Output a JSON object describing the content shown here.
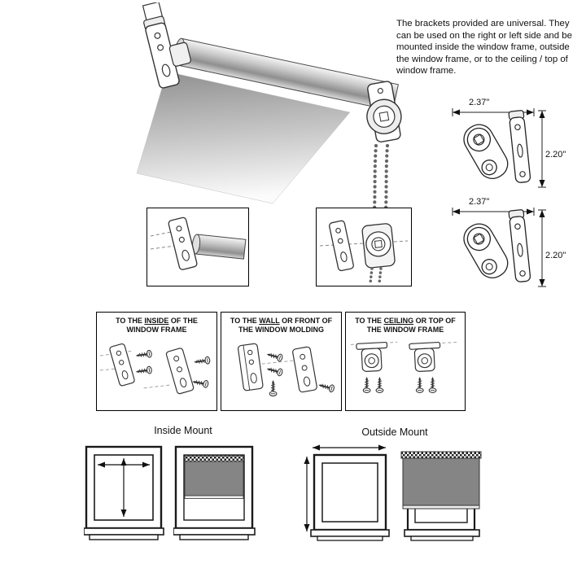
{
  "intro": {
    "text": "The brackets provided are universal. They can be used on the right or left side and be mounted inside the window frame, outside the window frame, or to the ceiling / top of window frame."
  },
  "dimensions": {
    "bracket_top": {
      "width": "2.37\"",
      "height": "2.20\""
    },
    "bracket_bottom": {
      "width": "2.37\"",
      "height": "2.20\""
    }
  },
  "mount_options": [
    {
      "prefix": "TO THE ",
      "underlined": "INSIDE",
      "suffix": " OF THE",
      "line2": "WINDOW FRAME"
    },
    {
      "prefix": "TO THE ",
      "underlined": "WALL",
      "suffix": " OR FRONT OF",
      "line2": "THE WINDOW MOLDING"
    },
    {
      "prefix": "TO THE ",
      "underlined": "CEILING",
      "suffix": " OR TOP OF",
      "line2": "THE WINDOW FRAME"
    }
  ],
  "bottom_labels": {
    "inside": "Inside Mount",
    "outside": "Outside Mount"
  },
  "colors": {
    "shade_fill": "#858585",
    "line": "#1a1a1a"
  }
}
